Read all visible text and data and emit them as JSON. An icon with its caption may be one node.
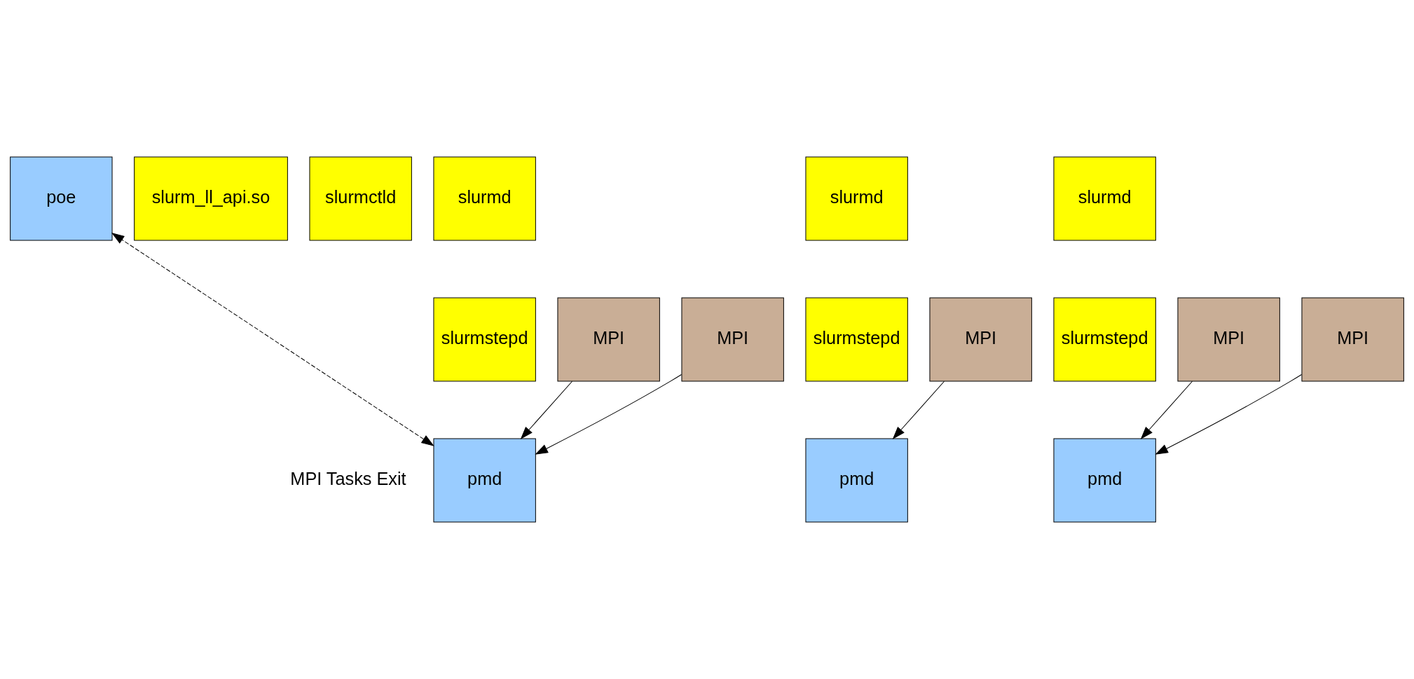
{
  "diagram": {
    "nodes": [
      {
        "text": [
          "poe"
        ]
      },
      {
        "text": [
          "slurm_ll_api.so"
        ]
      },
      {
        "text": [
          "slurmctld"
        ]
      },
      {
        "text": [
          "slurmd"
        ]
      },
      {
        "text": [
          "slurmd"
        ]
      },
      {
        "text": [
          "slurmd"
        ]
      },
      {
        "text": [
          "slurmstepd"
        ]
      },
      {
        "text": [
          "slurmstepd"
        ]
      },
      {
        "text": [
          "slurmstepd"
        ]
      },
      {
        "text": [
          "pmd"
        ]
      },
      {
        "text": [
          "pmd"
        ]
      },
      {
        "text": [
          "pmd"
        ]
      },
      {
        "text": [
          "MPI"
        ]
      },
      {
        "text": [
          "MPI"
        ]
      },
      {
        "text": [
          "MPI"
        ]
      },
      {
        "text": [
          "MPI"
        ]
      },
      {
        "text": [
          "MPI"
        ]
      }
    ],
    "edges": [
      {
        "from": 9,
        "to": 0,
        "arrow": "both",
        "style": "dashed"
      },
      {
        "from": 12,
        "to": 9,
        "arrow": "to"
      },
      {
        "from": 13,
        "to": 9,
        "arrow": "to"
      },
      {
        "from": 14,
        "to": 10,
        "arrow": "to"
      },
      {
        "from": 15,
        "to": 11,
        "arrow": "to"
      },
      {
        "from": 16,
        "to": 11,
        "arrow": "to"
      }
    ],
    "labels": [
      "MPI Tasks Exit"
    ]
  }
}
